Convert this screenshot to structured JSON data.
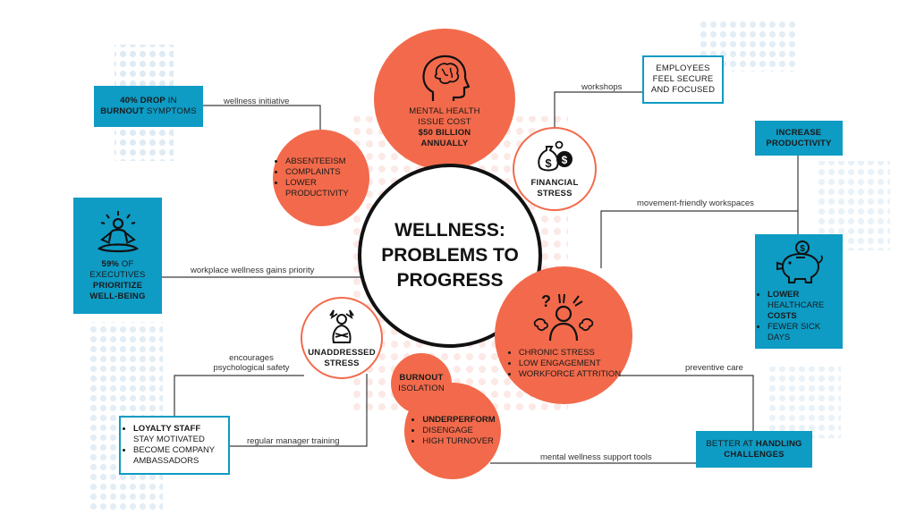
{
  "title": {
    "line1": "WELLNESS:",
    "line2": "PROBLEMS TO",
    "line3": "PROGRESS"
  },
  "mental_health": {
    "line1": "MENTAL HEALTH",
    "line2": "ISSUE COST",
    "line3": "$50 BILLION",
    "line4": "ANNUALLY",
    "icon": "brain-head-icon"
  },
  "absenteeism": {
    "items": [
      "ABSENTEEISM",
      "COMPLAINTS",
      "LOWER PRODUCTIVITY"
    ]
  },
  "financial": {
    "line1": "FINANCIAL",
    "line2": "STRESS",
    "icon": "money-bags-icon"
  },
  "unaddressed": {
    "line1": "UNADDRESSED",
    "line2": "STRESS",
    "icon": "stressed-person-icon"
  },
  "chronic": {
    "items": [
      "CHRONIC STRESS",
      "LOW ENGAGEMENT",
      "WORKFORCE ATTRITION"
    ],
    "icon": "frustrated-person-icon"
  },
  "burnout": {
    "line1": "BURNOUT",
    "line2": "ISOLATION"
  },
  "underperform": {
    "items": [
      "UNDERPERFORM",
      "DISENGAGE",
      "HIGH TURNOVER"
    ]
  },
  "drop": {
    "a": "40% DROP",
    "b": " IN",
    "c": "BURNOUT",
    "d": " SYMPTOMS"
  },
  "executives": {
    "a": "59%",
    "b": " OF",
    "c": "EXECUTIVES",
    "d": "PRIORITIZE",
    "e": "WELL-BEING",
    "icon": "meditation-icon"
  },
  "loyalty": {
    "i1a": "LOYALTY STAFF",
    "i1b": "STAY MOTIVATED",
    "i2": "BECOME COMPANY AMBASSADORS"
  },
  "employees": {
    "line1": "EMPLOYEES",
    "line2": "FEEL SECURE",
    "line3": "AND FOCUSED"
  },
  "productivity": {
    "line1": "INCREASE",
    "line2": "PRODUCTIVITY"
  },
  "healthcare": {
    "i1a": "LOWER",
    "i1b": "HEALTHCARE",
    "i1c": "COSTS",
    "i2": "FEWER SICK DAYS",
    "icon": "piggy-bank-icon"
  },
  "handling": {
    "a": "BETTER AT ",
    "b": "HANDLING",
    "c": "CHALLENGES"
  },
  "labels": {
    "wellness_initiative": "wellness initiative",
    "workshops": "workshops",
    "movement": "movement-friendly workspaces",
    "gains_priority": "workplace wellness gains priority",
    "encourages1": "encourages",
    "encourages2": "psychological safety",
    "manager": "regular manager training",
    "preventive": "preventive care",
    "support_tools": "mental wellness support tools"
  },
  "colors": {
    "coral": "#f26a4b",
    "blue": "#0e9bc4",
    "line": "#3a3a3a"
  }
}
